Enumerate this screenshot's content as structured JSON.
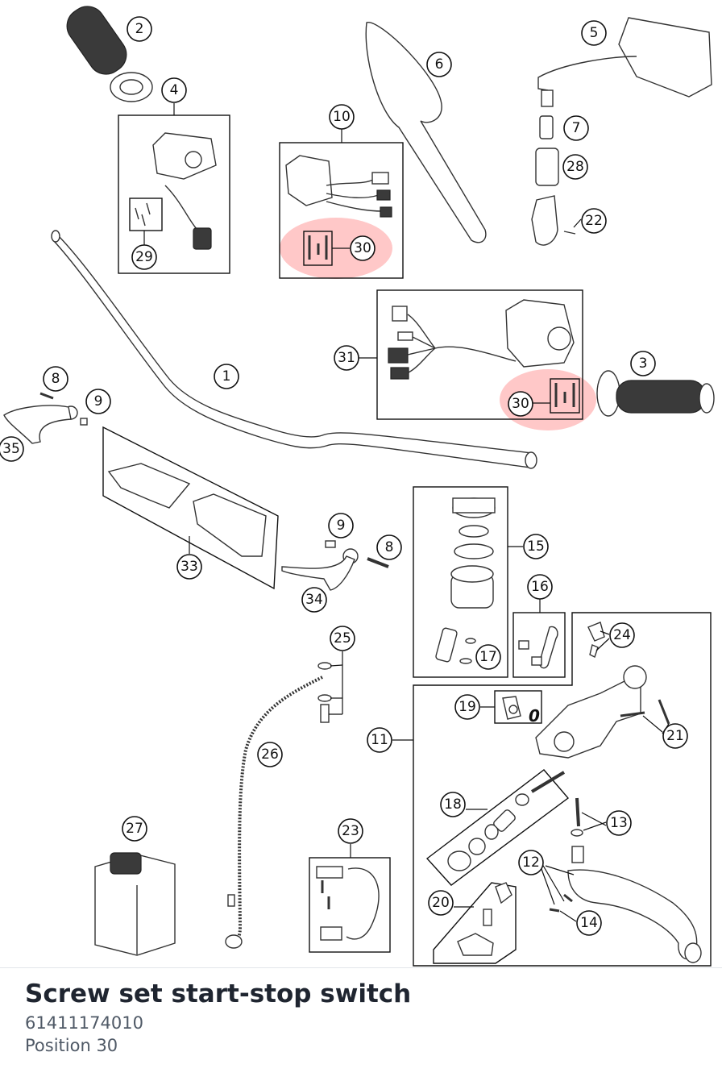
{
  "part": {
    "title": "Screw set start-stop switch",
    "number": "61411174010",
    "position": "Position 30"
  },
  "diagram": {
    "highlight_color": "#ff3b3b",
    "highlighted_callout": "30",
    "callouts": [
      {
        "id": "c1",
        "label": "1"
      },
      {
        "id": "c2",
        "label": "2"
      },
      {
        "id": "c3",
        "label": "3"
      },
      {
        "id": "c4",
        "label": "4"
      },
      {
        "id": "c5",
        "label": "5"
      },
      {
        "id": "c6",
        "label": "6"
      },
      {
        "id": "c7",
        "label": "7"
      },
      {
        "id": "c8a",
        "label": "8"
      },
      {
        "id": "c8b",
        "label": "8"
      },
      {
        "id": "c9a",
        "label": "9"
      },
      {
        "id": "c9b",
        "label": "9"
      },
      {
        "id": "c10",
        "label": "10"
      },
      {
        "id": "c11",
        "label": "11"
      },
      {
        "id": "c12",
        "label": "12"
      },
      {
        "id": "c13",
        "label": "13"
      },
      {
        "id": "c14",
        "label": "14"
      },
      {
        "id": "c15",
        "label": "15"
      },
      {
        "id": "c16",
        "label": "16"
      },
      {
        "id": "c17",
        "label": "17"
      },
      {
        "id": "c18",
        "label": "18"
      },
      {
        "id": "c19",
        "label": "19"
      },
      {
        "id": "c20",
        "label": "20"
      },
      {
        "id": "c21",
        "label": "21"
      },
      {
        "id": "c22",
        "label": "22"
      },
      {
        "id": "c23",
        "label": "23"
      },
      {
        "id": "c24",
        "label": "24"
      },
      {
        "id": "c25",
        "label": "25"
      },
      {
        "id": "c26",
        "label": "26"
      },
      {
        "id": "c27",
        "label": "27"
      },
      {
        "id": "c28",
        "label": "28"
      },
      {
        "id": "c29",
        "label": "29"
      },
      {
        "id": "c30a",
        "label": "30"
      },
      {
        "id": "c30b",
        "label": "30"
      },
      {
        "id": "c31",
        "label": "31"
      },
      {
        "id": "c33",
        "label": "33"
      },
      {
        "id": "c34",
        "label": "34"
      },
      {
        "id": "c35",
        "label": "35"
      }
    ],
    "reference_mark": "0"
  }
}
